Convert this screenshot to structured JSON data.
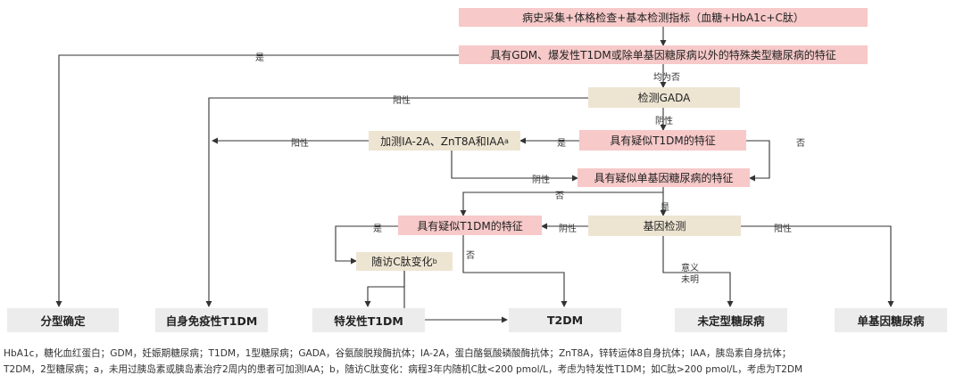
{
  "boxes": {
    "start": "病史采集+体格检查+基本检测指标（血糖+HbA1c+C肽）",
    "special": "具有GDM、爆发性T1DM或除单基因糖尿病以外的特殊类型糖尿病的特征",
    "gada": "检测GADA",
    "extra_ab": "加测IA-2A、ZnT8A和IAA",
    "extra_ab_sup": "a",
    "t1dm_feat1": "具有疑似T1DM的特征",
    "mono_feat": "具有疑似单基因糖尿病的特征",
    "t1dm_feat2": "具有疑似T1DM的特征",
    "gene": "基因检测",
    "followup": "随访C肽变化",
    "followup_sup": "b"
  },
  "outcomes": {
    "confirmed": "分型确定",
    "autoimmune": "自身免疫性T1DM",
    "idiopathic": "特发性T1DM",
    "t2dm": "T2DM",
    "undetermined": "未定型糖尿病",
    "monogenic": "单基因糖尿病"
  },
  "labels": {
    "yes_top": "是",
    "all_no": "均为否",
    "positive_gada": "阳性",
    "negative_gada": "阴性",
    "positive_extra": "阳性",
    "yes_t1": "是",
    "no_t1": "否",
    "negative_extra": "阴性",
    "no_mono": "否",
    "yes_mono": "是",
    "yes_t1b": "是",
    "negative_gene": "阴性",
    "positive_gene": "阳性",
    "no_t1b": "否",
    "unclear": "意义未明"
  },
  "footnote": {
    "line1": "HbA1c，糖化血红蛋白；GDM，妊娠期糖尿病；T1DM，1型糖尿病；GADA，谷氨酸脱羧酶抗体；IA-2A，蛋白酪氨酸磷酸酶抗体；ZnT8A，锌转运体8自身抗体；IAA，胰岛素自身抗体；",
    "line2": "T2DM，2型糖尿病；a，未用过胰岛素或胰岛素治疗2周内的患者可加测IAA；b，随访C肽变化：病程3年内随机C肽<200 pmol/L，考虑为特发性T1DM；如C肽>200 pmol/L，考虑为T2DM"
  }
}
